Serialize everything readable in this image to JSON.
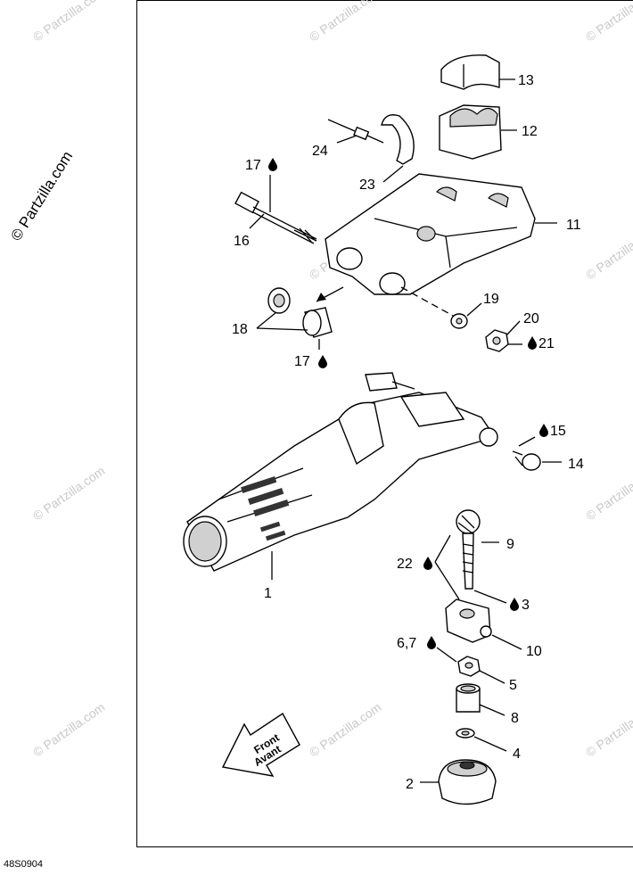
{
  "brand": "© Partzilla.com",
  "watermark": "© Partzilla.com",
  "diagram_code": "48S0904",
  "arrow_text": [
    "Front",
    "Avant"
  ],
  "callouts": {
    "c1": "1",
    "c2": "2",
    "c3": "3",
    "c4": "4",
    "c5": "5",
    "c67": "6,7",
    "c8": "8",
    "c9": "9",
    "c10": "10",
    "c11": "11",
    "c12": "12",
    "c13": "13",
    "c14": "14",
    "c15": "15",
    "c16": "16",
    "c17a": "17",
    "c17b": "17",
    "c18": "18",
    "c19": "19",
    "c20": "20",
    "c21": "21",
    "c22": "22",
    "c23": "23",
    "c24": "24"
  },
  "icons": [
    "oil-drop-icon",
    "front-arrow-icon"
  ]
}
